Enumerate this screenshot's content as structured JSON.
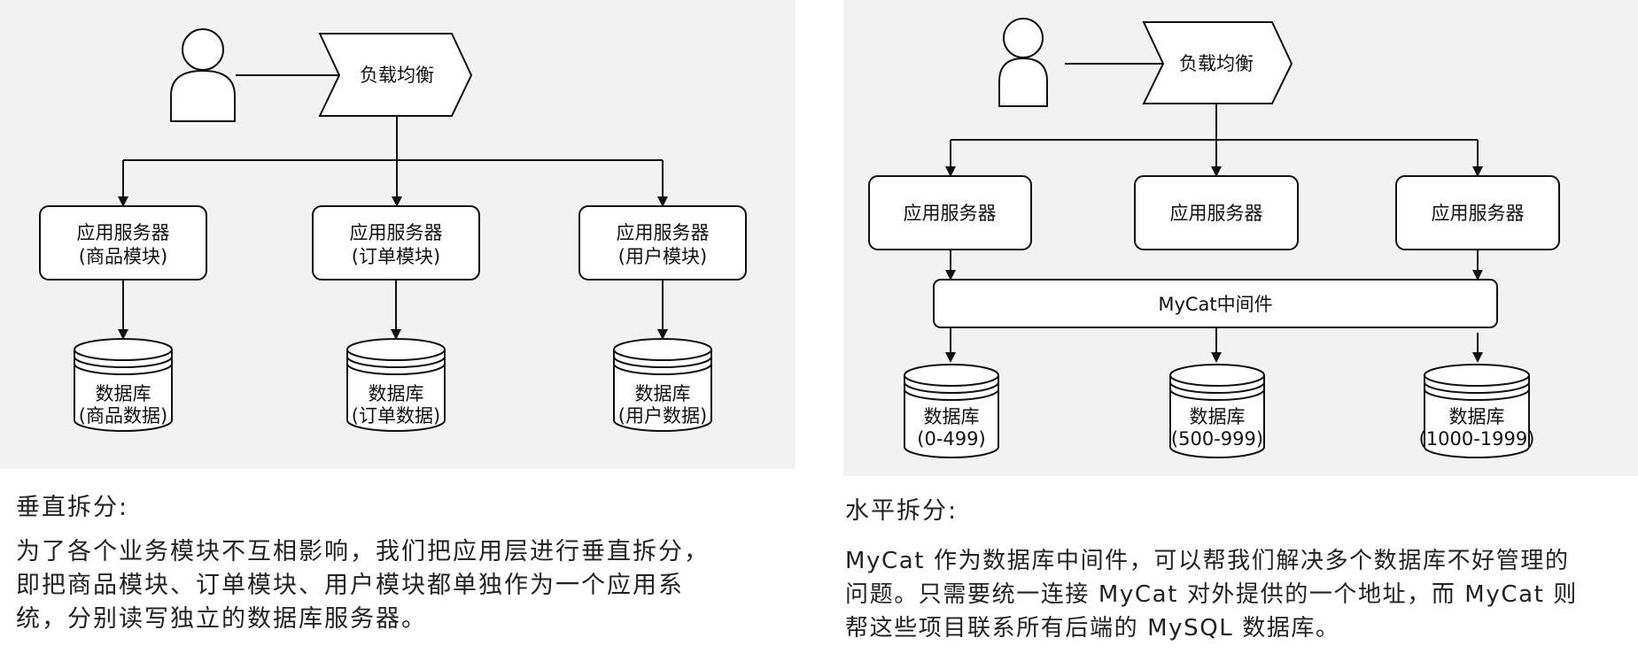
{
  "left_diagram": {
    "lb_label": "负载均衡",
    "servers": [
      {
        "title": "应用服务器",
        "sub": "(商品模块)"
      },
      {
        "title": "应用服务器",
        "sub": "(订单模块)"
      },
      {
        "title": "应用服务器",
        "sub": "(用户模块)"
      }
    ],
    "databases": [
      {
        "title": "数据库",
        "sub": "(商品数据)"
      },
      {
        "title": "数据库",
        "sub": "(订单数据)"
      },
      {
        "title": "数据库",
        "sub": "(用户数据)"
      }
    ]
  },
  "right_diagram": {
    "lb_label": "负载均衡",
    "servers": [
      {
        "title": "应用服务器"
      },
      {
        "title": "应用服务器"
      },
      {
        "title": "应用服务器"
      }
    ],
    "middleware_label": "MyCat中间件",
    "databases": [
      {
        "title": "数据库",
        "sub": "(0-499)"
      },
      {
        "title": "数据库",
        "sub": "(500-999)"
      },
      {
        "title": "数据库",
        "sub": "(1000-1999)"
      }
    ]
  },
  "left_text": {
    "heading": "垂直拆分:",
    "lines": [
      "为了各个业务模块不互相影响，我们把应用层进行垂直拆分，",
      "即把商品模块、订单模块、用户模块都单独作为一个应用系",
      "统，分别读写独立的数据库服务器。"
    ]
  },
  "right_text": {
    "heading": "水平拆分:",
    "lines": [
      "MyCat 作为数据库中间件，可以帮我们解决多个数据库不好管理的",
      "问题。只需要统一连接 MyCat 对外提供的一个地址，而 MyCat 则",
      "帮这些项目联系所有后端的 MySQL 数据库。"
    ]
  }
}
